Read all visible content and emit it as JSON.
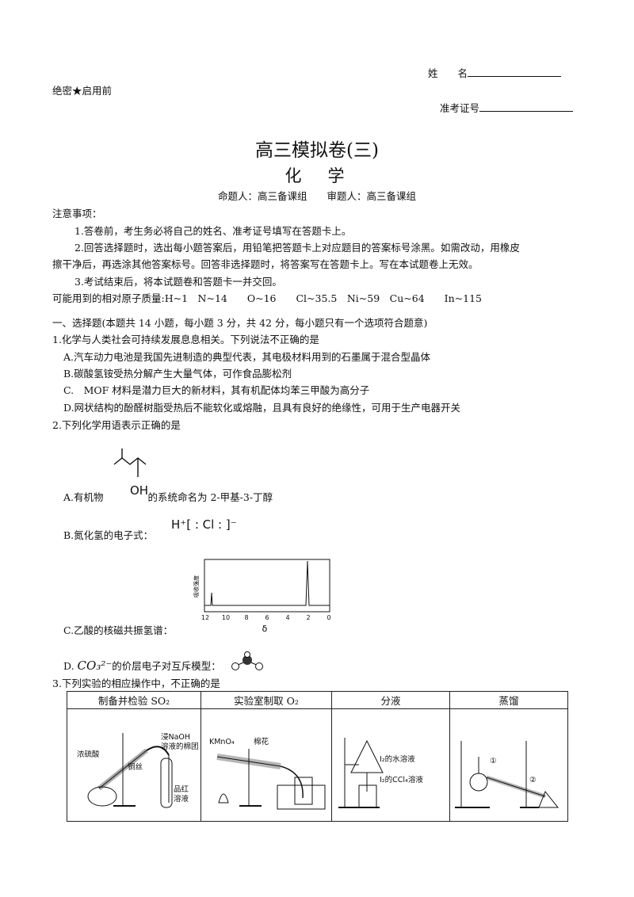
{
  "header": {
    "name_label": "姓　　名",
    "exam_no_label": "准考证号",
    "secret": "绝密★启用前",
    "title": "高三模拟卷(三)",
    "subject": "化　学",
    "authors": "命题人：高三备课组　　审题人：高三备课组"
  },
  "notes": {
    "heading": "注意事项：",
    "item1": "1.答卷前，考生务必将自己的姓名、准考证号填写在答题卡上。",
    "item2a": "2.回答选择题时，选出每小题答案后，用铅笔把答题卡上对应题目的答案标号涂黑。如需改动，用橡皮",
    "item2b": "擦干净后，再选涂其他答案标号。回答非选择题时，将答案写在答题卡上。写在本试题卷上无效。",
    "item3": "3.考试结束后，将本试题卷和答题卡一并交回。",
    "masses": "可能用到的相对原子质量:H~1　N~14　　O~16　　Cl~35.5　Ni~59　Cu~64　　In~115"
  },
  "section1": "一、选择题(本题共 14 小题，每小题 3 分，共 42 分，每小题只有一个选项符合题意)",
  "q1": {
    "stem": "1.化学与人类社会可持续发展息息相关。下列说法不正确的是",
    "a": "A.汽车动力电池是我国先进制造的典型代表，其电极材料用到的石墨属于混合型晶体",
    "b": "B.碳酸氢铵受热分解产生大量气体，可作食品膨松剂",
    "c": "C.　MOF 材料是潜力巨大的新材料，其有机配体均苯三甲酸为高分子",
    "d": "D.网状结构的酚醛树脂受热后不能软化或熔融，且具有良好的绝缘性，可用于生产电器开关"
  },
  "q2": {
    "stem": "2.下列化学用语表示正确的是",
    "a_pre": "A.有机物",
    "a_oh": "OH",
    "a_post": "的系统命名为 2-甲基-3-丁醇",
    "b": "B.氮化氢的电子式：",
    "b_h": "H⁺",
    "b_cl": "[ : Cl : ]⁻",
    "c": "C.乙酸的核磁共振氢谱：",
    "nmr_ylabel": "吸收强度",
    "nmr_xlabel": "δ",
    "nmr_ticks": [
      "12",
      "10",
      "8",
      "6",
      "4",
      "2",
      "0"
    ],
    "d_pre": "D.",
    "d_formula": "CO₃²⁻",
    "d_post": "的价层电子对互斥模型："
  },
  "q3": {
    "stem": "3.下列实验的相应操作中，不正确的是",
    "headers": [
      "制备并检验 SO₂",
      "实验室制取 O₂",
      "分液",
      "蒸馏"
    ],
    "labels": {
      "naoh1": "浸NaOH",
      "naoh2": "溶液的棉团",
      "h2so4": "浓硫酸",
      "cu": "铜丝",
      "pin1": "品红",
      "pin2": "溶液",
      "kmno4": "KMnO₄",
      "cotton": "棉花",
      "i2water": "I₂的水溶液",
      "i2ccl4": "I₂的CCl₄溶液",
      "c1": "①",
      "c2": "②"
    }
  }
}
